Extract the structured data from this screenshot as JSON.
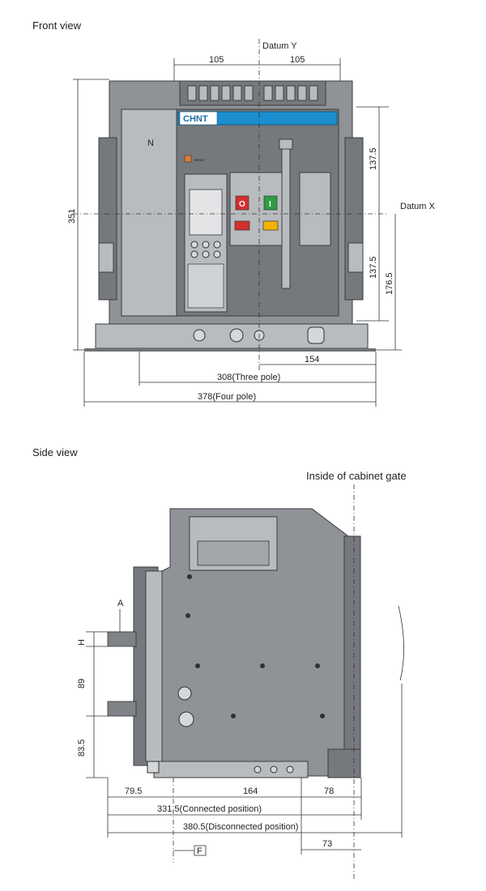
{
  "views": {
    "front": {
      "title": "Front view"
    },
    "side": {
      "title": "Side view"
    }
  },
  "front": {
    "datum_y": "Datum Y",
    "datum_x": "Datum X",
    "brand": "CHNT",
    "panel_letter": "N",
    "reset_label": "RESET",
    "open_button": "O",
    "close_button": "I",
    "dims": {
      "left_105": "105",
      "right_105": "105",
      "height_351": "351",
      "upper_137_5": "137.5",
      "lower_137_5": "137.5",
      "right_176_5": "176.5",
      "half_154": "154",
      "three_pole": "308(Three pole)",
      "four_pole": "378(Four pole)"
    }
  },
  "side": {
    "cabinet_gate": "Inside of cabinet gate",
    "dims": {
      "a": "A",
      "h": "H",
      "d89": "89",
      "d83_5": "83.5",
      "d79_5": "79.5",
      "d164": "164",
      "d78": "78",
      "connected": "331.5(Connected position)",
      "disconnected": "380.5(Disconnected position)",
      "d73": "73",
      "f": "F"
    }
  }
}
